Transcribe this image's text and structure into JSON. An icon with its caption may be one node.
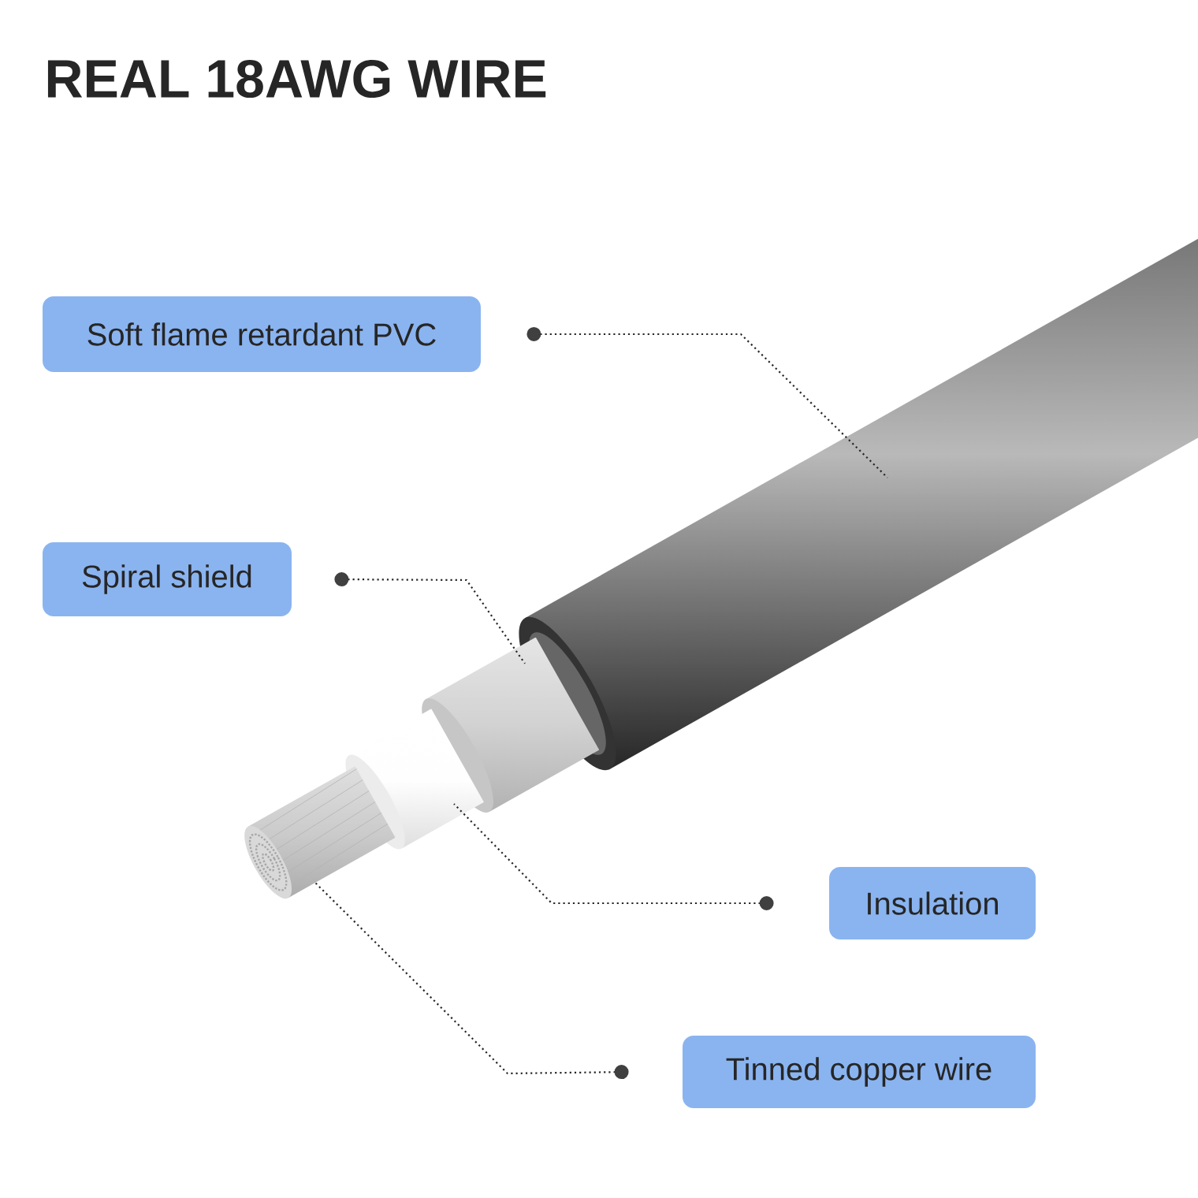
{
  "diagram": {
    "title": "REAL 18AWG WIRE",
    "nodes": [
      {
        "text": [
          "Soft flame retardant PVC"
        ]
      },
      {
        "text": [
          "Spiral shield"
        ]
      },
      {
        "text": [
          "Insulation"
        ]
      },
      {
        "text": [
          "Tinned copper wire"
        ]
      }
    ],
    "edges": [
      {
        "from": 0,
        "to": null,
        "arrow": "other"
      },
      {
        "from": 1,
        "to": null,
        "arrow": "other"
      },
      {
        "from": 2,
        "to": null,
        "arrow": "other"
      },
      {
        "from": 3,
        "to": null,
        "arrow": "other"
      }
    ]
  }
}
